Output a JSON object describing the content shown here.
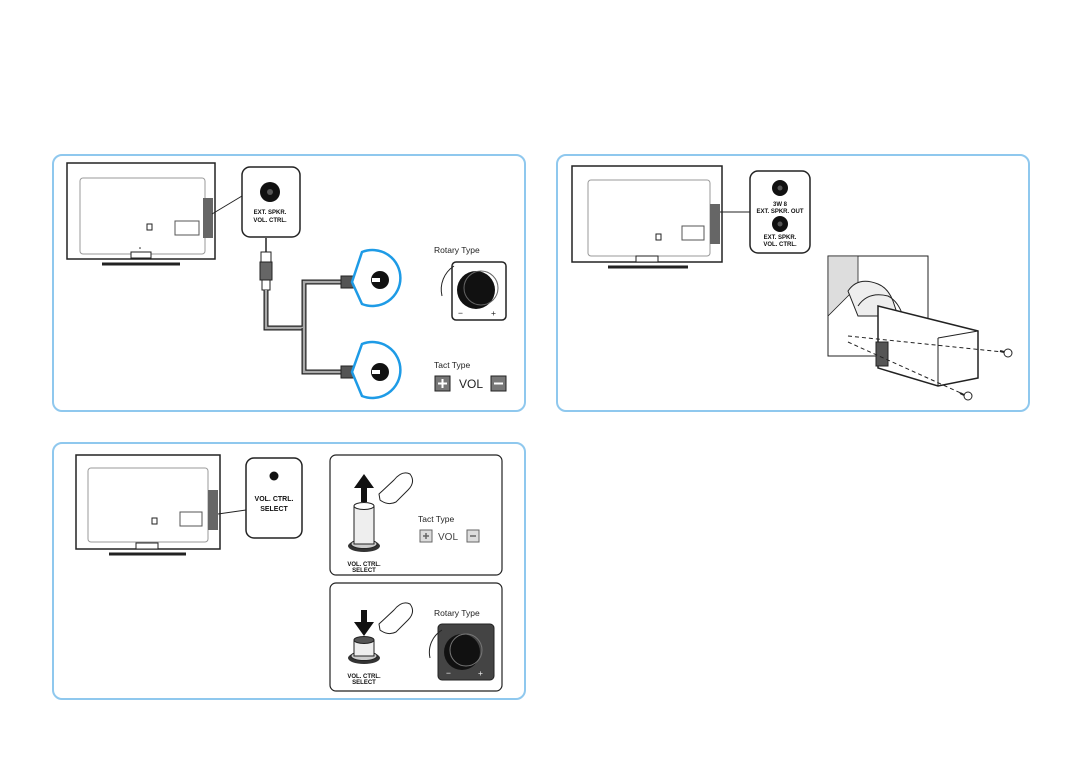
{
  "panel1": {
    "jack_label_line1": "EXT. SPKR.",
    "jack_label_line2": "VOL. CTRL.",
    "rotary_label": "Rotary Type",
    "tact_label": "Tact Type",
    "vol_label": "VOL",
    "minus_mark": "−",
    "plus_mark": "+"
  },
  "panel2": {
    "jack1_line1": "3W 8",
    "jack1_line2": "EXT. SPKR. OUT",
    "jack2_line1": "EXT. SPKR.",
    "jack2_line2": "VOL. CTRL."
  },
  "panel3": {
    "jack_label_line1": "VOL. CTRL.",
    "jack_label_line2": "SELECT",
    "tact_label": "Tact Type",
    "vol_label": "VOL",
    "rotary_label": "Rotary Type",
    "selector_line1": "VOL. CTRL.",
    "selector_line2": "SELECT",
    "minus_mark": "−",
    "plus_mark": "+"
  },
  "colors": {
    "panel_border": "#8fc8ee",
    "highlight_circle": "#1e9be6",
    "outline": "#222222"
  }
}
